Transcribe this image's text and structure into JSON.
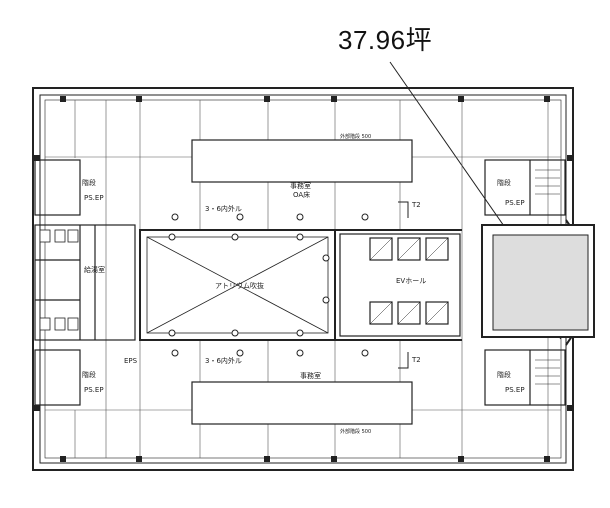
{
  "area_label": "37.96坪",
  "colors": {
    "line": "#222222",
    "highlight": "#dddddd",
    "paper": "#ffffff"
  },
  "notes": {
    "corridor_top": "3・6内外ル",
    "corridor_bottom": "3・6内外ル",
    "atrium": "アトリウム吹抜",
    "room_upper": "事務室",
    "room_upper_sub": "OA床",
    "room_lower": "事務室",
    "ev_hall": "EVホール",
    "stair_upper_left": "階段",
    "stair_upper_left_sub": "PS.EP",
    "stair_upper_right": "階段",
    "stair_upper_right_sub": "PS.EP",
    "stair_lower_left": "階段",
    "stair_lower_left_sub": "PS.EP",
    "stair_lower_right": "階段",
    "stair_lower_right_sub": "PS.EP",
    "t2_a": "T2",
    "t2_b": "T2",
    "wc_left": "給湯室",
    "mark_left": "EPS",
    "ext_top": "外部階段 500",
    "ext_bottom": "外部階段 500"
  }
}
